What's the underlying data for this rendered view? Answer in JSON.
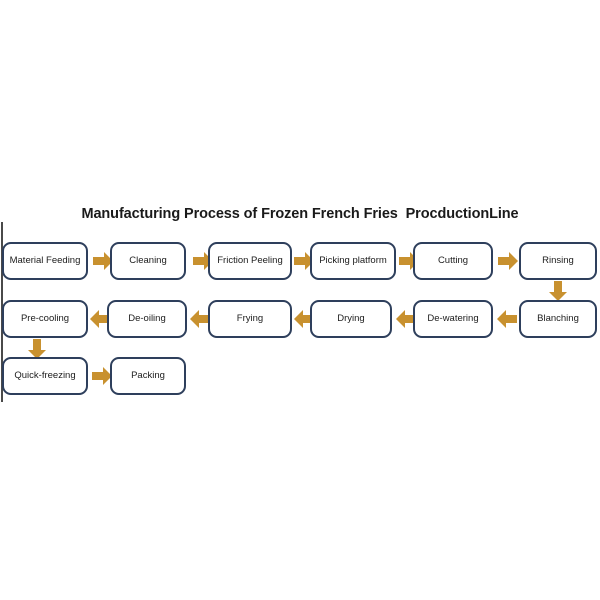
{
  "diagram": {
    "title": "Manufacturing Process of Frozen French Fries  ProcductionLine",
    "background_color": "#ffffff",
    "node_border_color": "#2e3f5c",
    "node_fill_color": "#ffffff",
    "arrow_color": "#c8912f",
    "title_color": "#1a1a1a",
    "rule_color": "#4a4a4a",
    "rows": [
      {
        "name": "row-1",
        "direction": "left-to-right",
        "nodes": [
          {
            "label": "Material Feeding"
          },
          {
            "label": "Cleaning"
          },
          {
            "label": "Friction Peeling"
          },
          {
            "label": "Picking platform"
          },
          {
            "label": "Cutting"
          },
          {
            "label": "Rinsing"
          }
        ]
      },
      {
        "name": "row-2",
        "direction": "right-to-left",
        "nodes": [
          {
            "label": "Pre-cooling"
          },
          {
            "label": "De-oiling"
          },
          {
            "label": "Frying"
          },
          {
            "label": "Drying"
          },
          {
            "label": "De-watering"
          },
          {
            "label": "Blanching"
          }
        ]
      },
      {
        "name": "row-3",
        "direction": "left-to-right",
        "nodes": [
          {
            "label": "Quick-freezing"
          },
          {
            "label": "Packing"
          }
        ]
      }
    ],
    "connectors": [
      {
        "name": "arrow-material-feeding-to-cleaning",
        "type": "arrow-right-icon"
      },
      {
        "name": "arrow-cleaning-to-friction-peeling",
        "type": "arrow-right-icon"
      },
      {
        "name": "arrow-friction-peeling-to-picking-platform",
        "type": "arrow-right-icon"
      },
      {
        "name": "arrow-picking-platform-to-cutting",
        "type": "arrow-right-icon"
      },
      {
        "name": "arrow-cutting-to-rinsing",
        "type": "arrow-right-icon"
      },
      {
        "name": "arrow-rinsing-to-blanching",
        "type": "arrow-down-icon"
      },
      {
        "name": "arrow-blanching-to-de-watering",
        "type": "arrow-left-icon"
      },
      {
        "name": "arrow-de-watering-to-drying",
        "type": "arrow-left-icon"
      },
      {
        "name": "arrow-drying-to-frying",
        "type": "arrow-left-icon"
      },
      {
        "name": "arrow-frying-to-de-oiling",
        "type": "arrow-left-icon"
      },
      {
        "name": "arrow-de-oiling-to-pre-cooling",
        "type": "arrow-left-icon"
      },
      {
        "name": "arrow-pre-cooling-to-quick-freezing",
        "type": "arrow-down-icon"
      },
      {
        "name": "arrow-quick-freezing-to-packing",
        "type": "arrow-right-icon"
      }
    ]
  }
}
